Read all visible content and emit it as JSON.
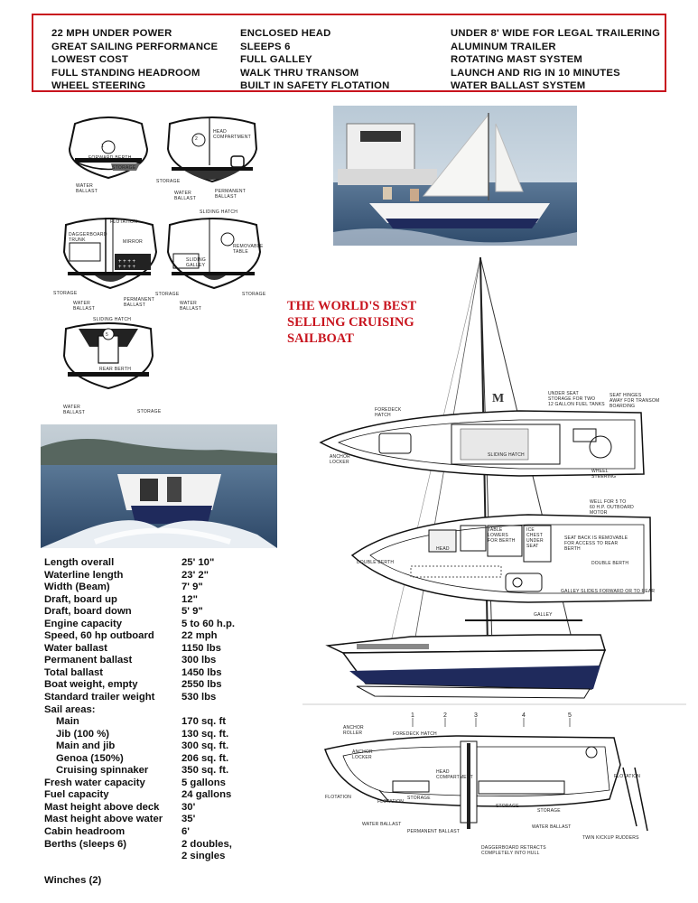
{
  "features": {
    "col1": [
      "22 MPH UNDER POWER",
      "GREAT SAILING PERFORMANCE",
      "LOWEST COST",
      "FULL STANDING HEADROOM",
      "WHEEL STEERING"
    ],
    "col2": [
      "ENCLOSED HEAD",
      "SLEEPS 6",
      "FULL GALLEY",
      "WALK THRU TRANSOM",
      "BUILT IN SAFETY FLOTATION"
    ],
    "col3": [
      "UNDER 8' WIDE FOR LEGAL TRAILERING",
      "ALUMINUM TRAILER",
      "ROTATING MAST SYSTEM",
      "LAUNCH AND RIG IN 10 MINUTES",
      "WATER BALLAST SYSTEM"
    ]
  },
  "slogan": [
    "THE WORLD'S BEST",
    "SELLING CRUISING",
    "SAILBOAT"
  ],
  "hull_sections": {
    "s1": {
      "num": "1",
      "labels": {
        "forward_berth": "FORWARD BERTH",
        "storage": "STORAGE",
        "water_ballast": "WATER\nBALLAST"
      }
    },
    "s2": {
      "num": "2",
      "labels": {
        "head": "HEAD\nCOMPARTMENT",
        "storage": "STORAGE",
        "water_ballast": "WATER\nBALLAST",
        "permanent": "PERMANENT\nBALLAST"
      }
    },
    "s3": {
      "num": "3",
      "labels": {
        "flotation": "FLOTATION",
        "dagger": "DAGGERBOARD\nTRUNK",
        "mirror": "MIRROR",
        "storage": "STORAGE",
        "water_ballast": "WATER\nBALLAST",
        "permanent": "PERMANENT\nBALLAST"
      }
    },
    "s4": {
      "num": "4",
      "labels": {
        "sliding_hatch": "SLIDING HATCH",
        "removable": "REMOVABLE\nTABLE",
        "galley": "SLIDING\nGALLEY",
        "storage1": "STORAGE",
        "storage2": "STORAGE",
        "water_ballast": "WATER\nBALLAST"
      }
    },
    "s5": {
      "num": "5",
      "labels": {
        "sliding_hatch": "SLIDING HATCH",
        "rear_berth": "REAR BERTH",
        "water_ballast": "WATER\nBALLAST",
        "storage": "STORAGE"
      }
    }
  },
  "specs": [
    {
      "k": "Length overall",
      "v": "25' 10\""
    },
    {
      "k": "Waterline length",
      "v": "23' 2\""
    },
    {
      "k": "Width (Beam)",
      "v": "7' 9\""
    },
    {
      "k": "Draft, board up",
      "v": "12\""
    },
    {
      "k": "Draft, board down",
      "v": "5' 9\""
    },
    {
      "k": "Engine capacity",
      "v": "5 to 60 h.p."
    },
    {
      "k": "Speed, 60 hp outboard",
      "v": "22 mph"
    },
    {
      "k": "Water ballast",
      "v": "1150 lbs"
    },
    {
      "k": "Permanent ballast",
      "v": "300 lbs"
    },
    {
      "k": "Total ballast",
      "v": "1450 lbs"
    },
    {
      "k": "Boat weight, empty",
      "v": "2550 lbs"
    },
    {
      "k": "Standard trailer weight",
      "v": "530 lbs"
    },
    {
      "k": "Sail areas:",
      "v": ""
    },
    {
      "k": "Main",
      "v": "170 sq. ft",
      "sub": true
    },
    {
      "k": "Jib (100 %)",
      "v": "130 sq. ft.",
      "sub": true
    },
    {
      "k": "Main and jib",
      "v": "300 sq. ft.",
      "sub": true
    },
    {
      "k": "Genoa (150%)",
      "v": "206 sq. ft.",
      "sub": true
    },
    {
      "k": "Cruising spinnaker",
      "v": "350 sq. ft.",
      "sub": true
    },
    {
      "k": "Fresh water capacity",
      "v": "5 gallons"
    },
    {
      "k": "Fuel capacity",
      "v": "24 gallons"
    },
    {
      "k": "Mast height above deck",
      "v": "30'"
    },
    {
      "k": "Mast height above water",
      "v": "35'"
    },
    {
      "k": "Cabin headroom",
      "v": "6'"
    },
    {
      "k": "Berths (sleeps 6)",
      "v": "2 doubles,"
    },
    {
      "k": "",
      "v": "2 singles"
    },
    {
      "k": "",
      "v": ""
    },
    {
      "k": "Winches (2)",
      "v": ""
    }
  ],
  "drawing_labels": {
    "sail_logo": "M",
    "foredeck_hatch": "FOREDECK\nHATCH",
    "anchor_locker": "ANCHOR\nLOCKER",
    "sliding_hatch": "SLIDING HATCH",
    "under_seat": "UNDER SEAT\nSTORAGE FOR TWO\n12 GALLON FUEL TANKS",
    "seat_hinges": "SEAT HINGES\nAWAY FOR TRANSOM\nBOARDING",
    "wheel_steering": "WHEEL\nSTEERING",
    "well": "WELL FOR 5 TO\n60 H.P. OUTBOARD\nMOTOR",
    "table_lowers": "TABLE\nLOWERS\nFOR BERTH",
    "ice_chest": "ICE\nCHEST\nUNDER\nSEAT",
    "seat_back": "SEAT BACK IS REMOVABLE\nFOR ACCESS TO REAR\nBERTH",
    "head": "HEAD",
    "double_berth_1": "DOUBLE BERTH",
    "double_berth_2": "DOUBLE BERTH",
    "galley_slides": "GALLEY SLIDES FORWARD OR TO REAR",
    "galley": "GALLEY",
    "n1": "1",
    "n2": "2",
    "n3": "3",
    "n4": "4",
    "n5": "5",
    "anchor_roller": "ANCHOR\nROLLER",
    "foredeck_hatch2": "FOREDECK HATCH",
    "anchor_locker2": "ANCHOR\nLOCKER",
    "head_comp": "HEAD\nCOMPARTMENT",
    "flotation1": "FLOTATION",
    "flotation2": "FLOTATION",
    "flotation3": "FLOTATION",
    "storage1": "STORAGE",
    "storage2": "STORAGE",
    "storage3": "STORAGE",
    "water_ballast1": "WATER BALLAST",
    "water_ballast2": "WATER BALLAST",
    "permanent_ballast": "PERMANENT BALLAST",
    "twin_kickup": "TWIN KICKUP RUDDERS",
    "daggerboard": "DAGGERBOARD RETRACTS\nCOMPLETELY INTO HULL"
  },
  "colors": {
    "accent": "#c8141e",
    "hull_blue": "#1f2a5c",
    "sea": "#3f5f86"
  }
}
